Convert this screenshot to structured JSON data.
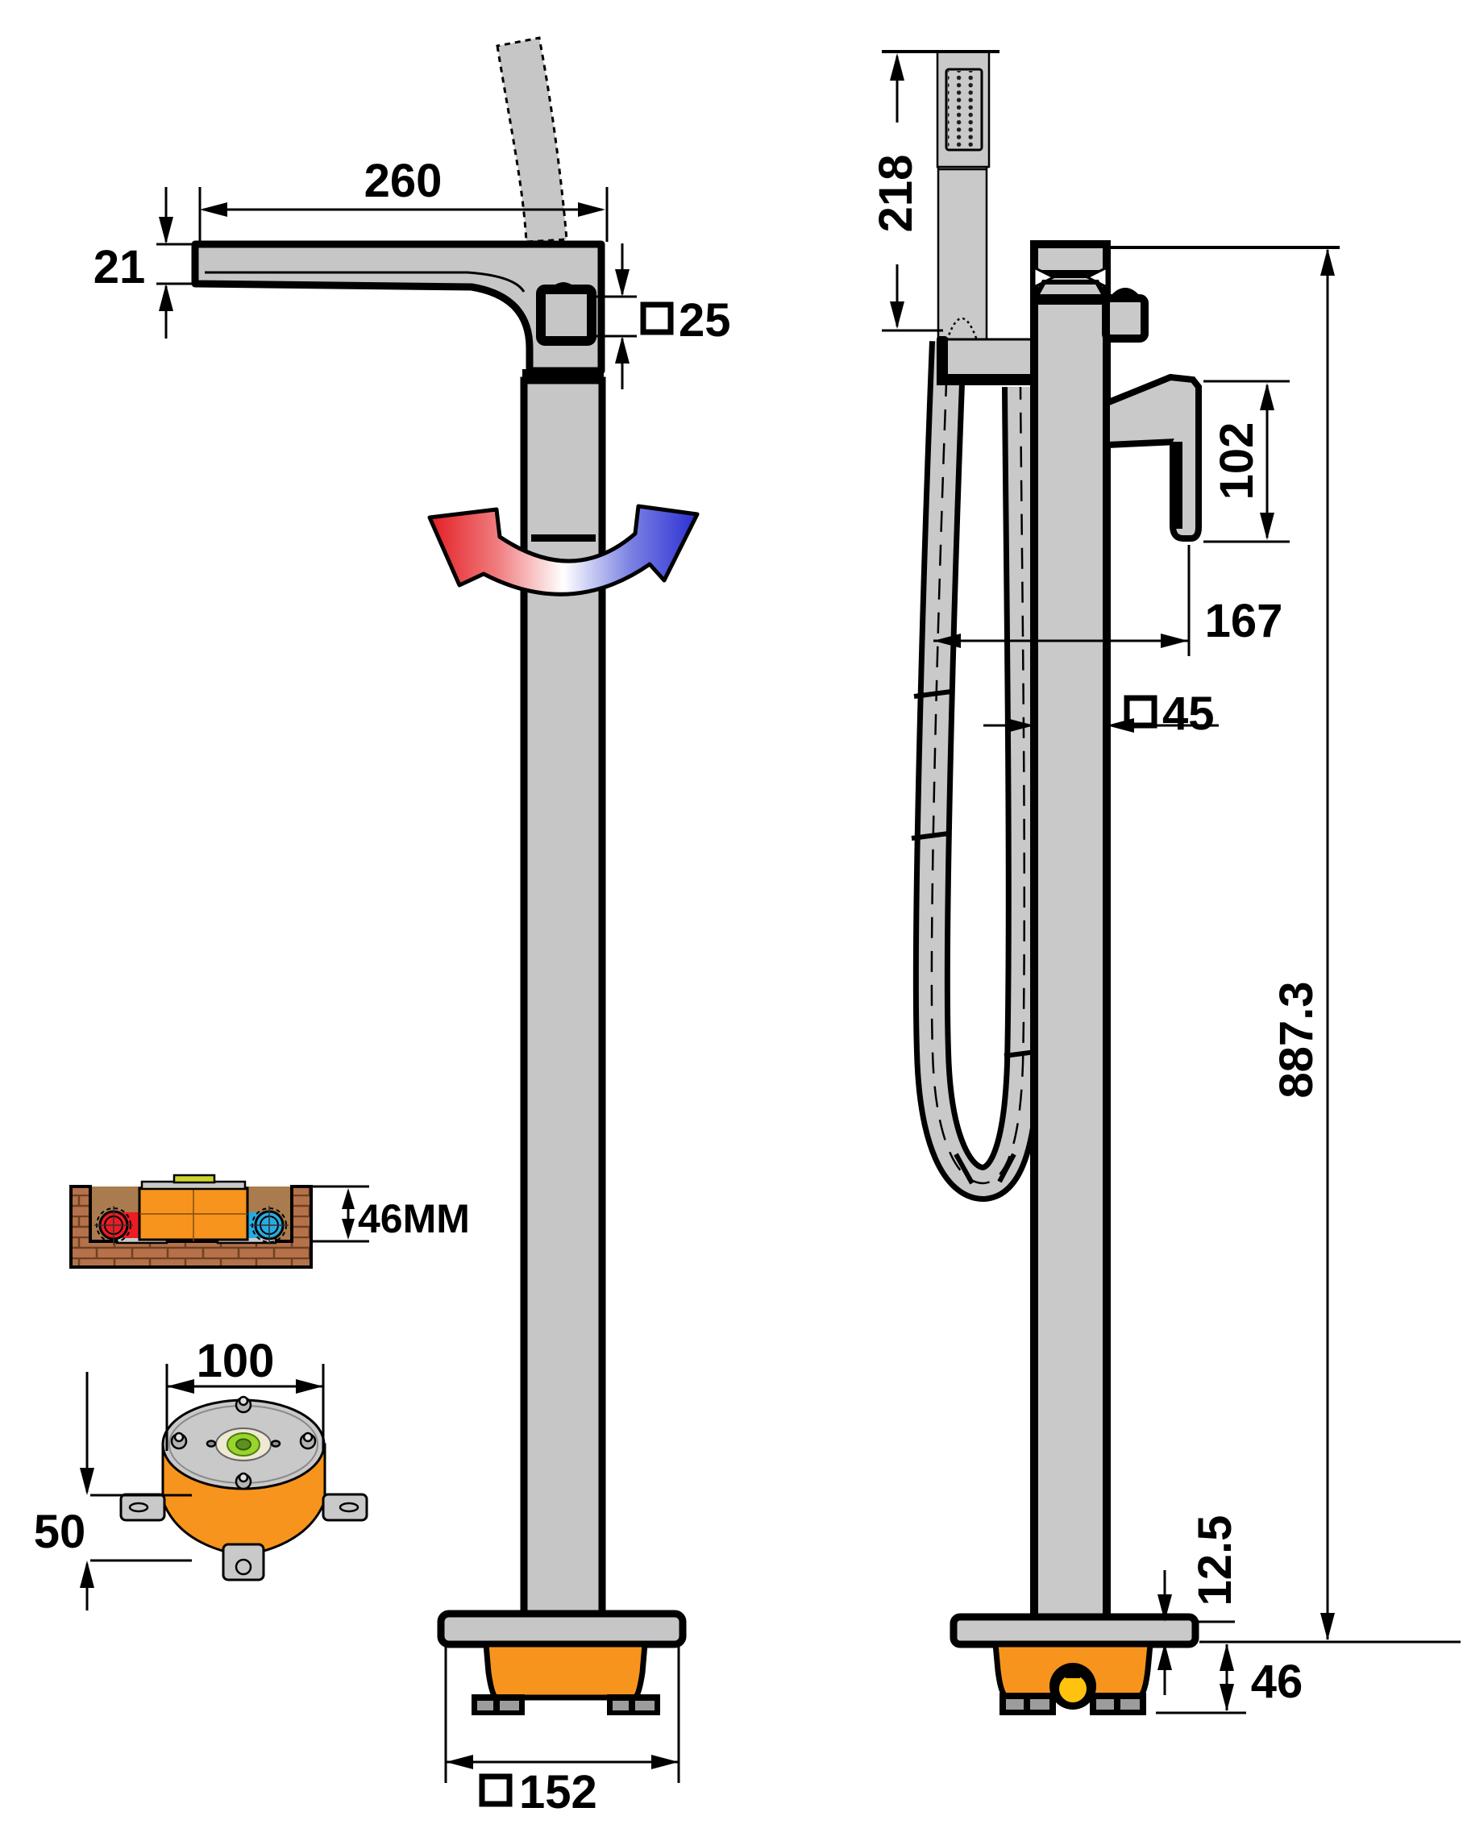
{
  "dims": {
    "spout_reach": "260",
    "spout_tip_height": "21",
    "handle_square": {
      "sym": "□",
      "val": "25"
    },
    "handshower_length": "218",
    "lever_drop": "102",
    "handle_offset": "167",
    "column_square": {
      "sym": "□",
      "val": "45"
    },
    "overall_height": "887.3",
    "floor_recess_depth": "46MM",
    "mount_top_width": "100",
    "mount_body_height": "50",
    "base_plate_thickness": "12.5",
    "mount_embed_height": "46",
    "base_plate_square": {
      "sym": "□",
      "val": "152"
    }
  },
  "colors": {
    "metal": "#c9c9c9",
    "outline": "#000000",
    "hot": "#e31e24",
    "cold": "#2b2fd4",
    "mounting_block_orange": "#f7941d",
    "hot_pipe_red": "#ec1c24",
    "cold_pipe_blue": "#29abe2",
    "brick": "#b5714a",
    "recess_tan": "#aa7b4e",
    "hose_inlet_yellow": "#ffc20e",
    "spirit_level_green": "#9ad32a"
  }
}
